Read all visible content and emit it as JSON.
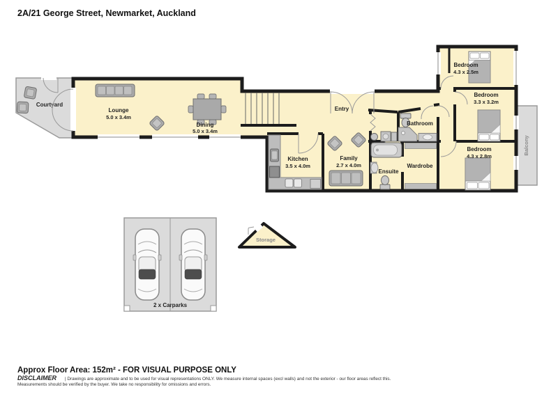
{
  "title": "2A/21 George Street, Newmarket, Auckland",
  "plan": {
    "rooms": {
      "courtyard": {
        "label": "Courtyard"
      },
      "lounge": {
        "label": "Lounge",
        "dims": "5.0 x 3.4m"
      },
      "dining": {
        "label": "Dining",
        "dims": "5.0 x 3.4m"
      },
      "entry": {
        "label": "Entry"
      },
      "kitchen": {
        "label": "Kitchen",
        "dims": "3.5 x 4.0m"
      },
      "family": {
        "label": "Family",
        "dims": "2.7 x 4.0m"
      },
      "bathroom": {
        "label": "Bathroom"
      },
      "ensuite": {
        "label": "Ensuite"
      },
      "wardrobe": {
        "label": "Wardrobe"
      },
      "bedroom1": {
        "label": "Bedroom",
        "dims": "4.3 x 2.5m"
      },
      "bedroom2": {
        "label": "Bedroom",
        "dims": "3.3 x 3.2m"
      },
      "bedroom3": {
        "label": "Bedroom",
        "dims": "4.3 x 2.8m"
      },
      "balcony": {
        "label": "Balcony"
      },
      "storage": {
        "label": "Storage"
      },
      "carparks": {
        "label": "2 x Carparks"
      }
    }
  },
  "footer": {
    "area_label": "Approx Floor Area: 152m² - FOR VISUAL PURPOSE ONLY",
    "disclaimer_title": "DISCLAIMER",
    "disclaimer_line1": "| Drawings are approximate and to be used for visual representations ONLY. We measure internal spaces (excl walls) and not the exterior - our floor areas reflect this.",
    "disclaimer_line2": "Measurements should be verified by the buyer. We take no responsibility for omissions and errors."
  },
  "colors": {
    "floor": "#FBF1CA",
    "outdoor": "#DBDBDB",
    "wall": "#1C1C1C",
    "furniture": "#ADADAD"
  }
}
